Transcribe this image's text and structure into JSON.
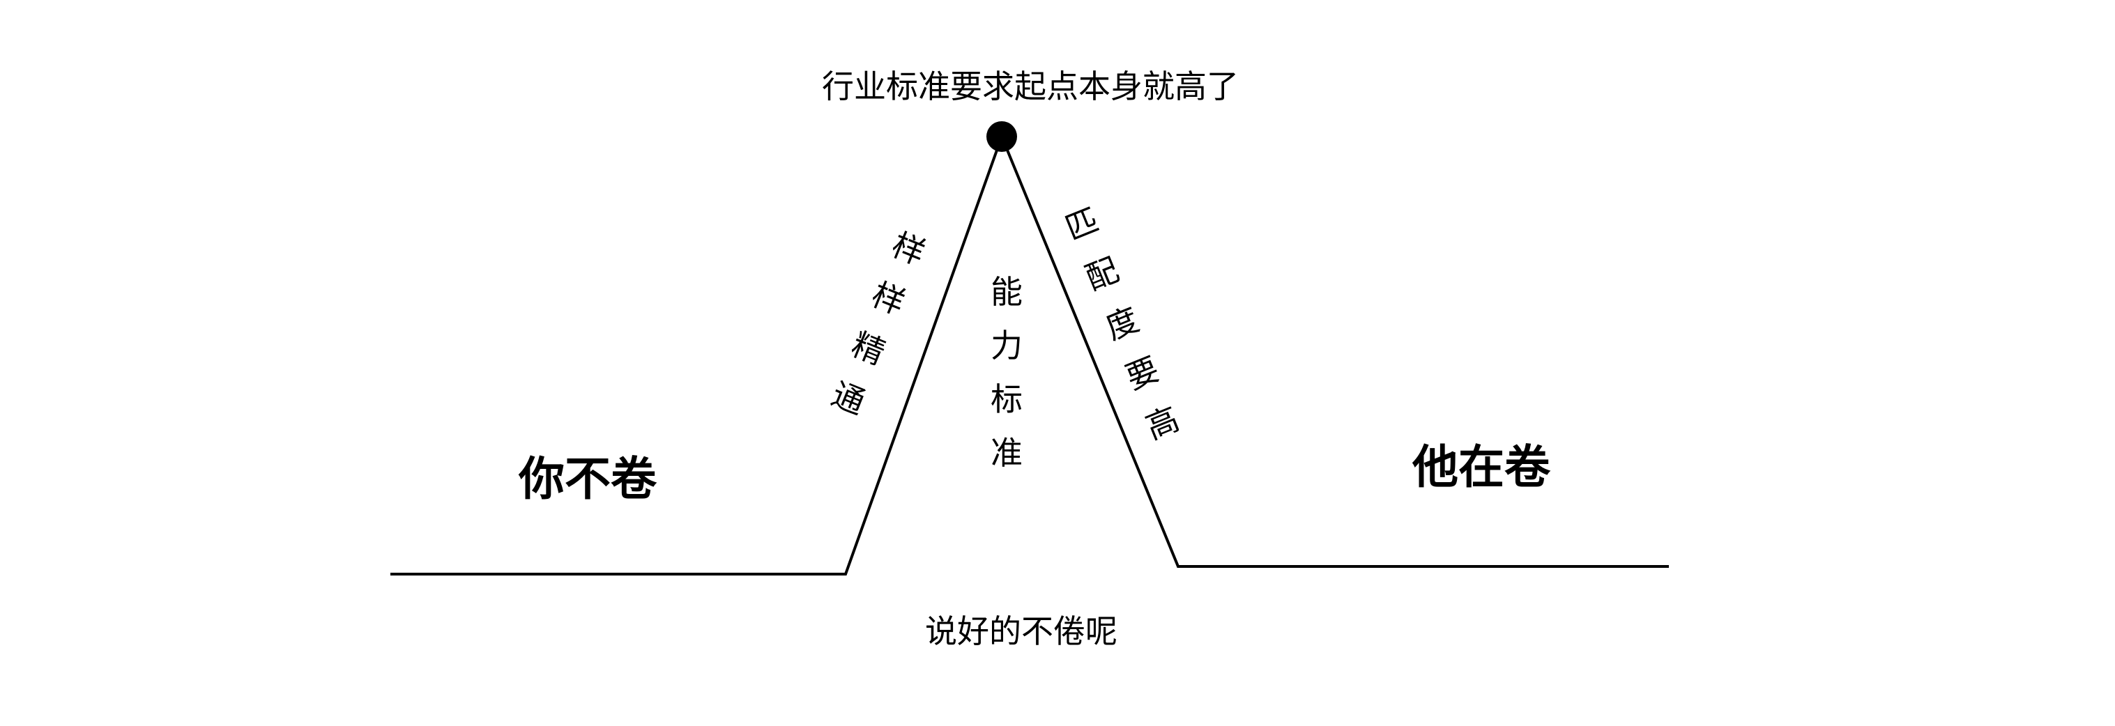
{
  "diagram": {
    "peak_label": "行业标准要求起点本身就高了",
    "left_slope_chars": [
      "样",
      "样",
      "精",
      "通"
    ],
    "center_chars": [
      "能",
      "力",
      "标",
      "准"
    ],
    "right_slope_chars": [
      "匹",
      "配",
      "度",
      "要",
      "高"
    ],
    "left_side_label": "你不卷",
    "right_side_label": "他在卷",
    "bottom_label": "说好的不倦呢"
  },
  "colors": {
    "background": "#ffffff",
    "line": "#000000",
    "text": "#000000"
  }
}
